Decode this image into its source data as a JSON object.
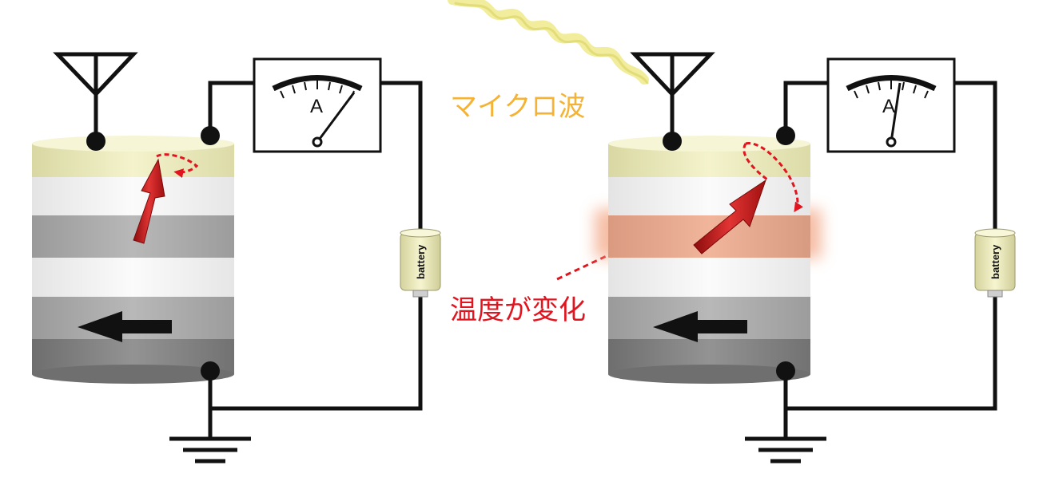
{
  "labels": {
    "microwave": "マイクロ波",
    "temperature_change": "温度が変化",
    "ammeter_symbol": "A",
    "battery": "battery"
  },
  "colors": {
    "microwave_label": "#f5b335",
    "temperature_label": "#e0151f",
    "arrow_red": "#cc1a1a",
    "free_layer": "#eeedbc",
    "heated_layer": "#e9a486",
    "wire": "#111111"
  },
  "devices": [
    {
      "id": "left",
      "state": "before microwave",
      "free_layer_arrow": "tilted up",
      "fixed_layer_arrow": "pointing left",
      "heated": false
    },
    {
      "id": "right",
      "state": "under microwave",
      "free_layer_arrow": "tilted further",
      "fixed_layer_arrow": "pointing left",
      "heated": true
    }
  ]
}
